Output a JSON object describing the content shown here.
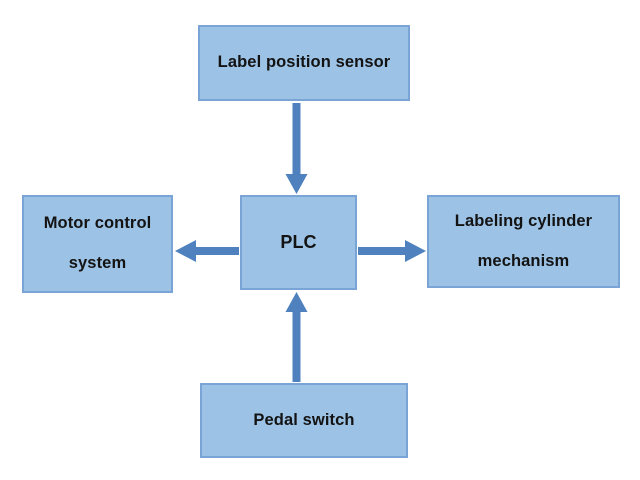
{
  "diagram": {
    "type": "block-diagram",
    "nodes": {
      "sensor": {
        "label": "Label position sensor"
      },
      "motor": {
        "label": "Motor control system"
      },
      "plc": {
        "label": "PLC"
      },
      "cylinder": {
        "label": "Labeling cylinder mechanism"
      },
      "pedal": {
        "label": "Pedal switch"
      }
    },
    "edges": [
      {
        "from": "sensor",
        "to": "plc",
        "direction": "down"
      },
      {
        "from": "plc",
        "to": "motor",
        "direction": "left"
      },
      {
        "from": "plc",
        "to": "cylinder",
        "direction": "right"
      },
      {
        "from": "pedal",
        "to": "plc",
        "direction": "up"
      }
    ],
    "colors": {
      "node_fill": "#9CC2E5",
      "node_border": "#7AA4D6",
      "arrow": "#4E81BD",
      "text": "#131313",
      "background": "#FFFFFF"
    }
  }
}
